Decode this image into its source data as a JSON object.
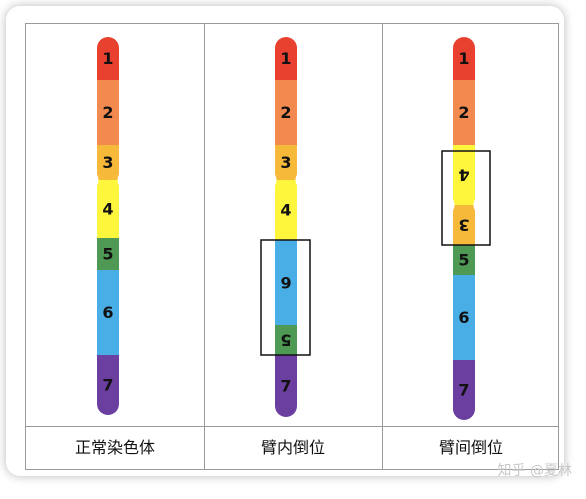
{
  "columns": [
    {
      "caption": "正常染色体",
      "segments": [
        {
          "label": "1",
          "color": "#e8412f",
          "inverted": false
        },
        {
          "label": "2",
          "color": "#f28a50",
          "inverted": false
        },
        {
          "label": "3",
          "color": "#f7b93a",
          "inverted": false
        },
        {
          "label": "4",
          "color": "#fef63c",
          "inverted": false
        },
        {
          "label": "5",
          "color": "#4e9a54",
          "inverted": false
        },
        {
          "label": "6",
          "color": "#4aaee6",
          "inverted": false
        },
        {
          "label": "7",
          "color": "#6a3fa0",
          "inverted": false
        }
      ]
    },
    {
      "caption": "臂内倒位",
      "segments": [
        {
          "label": "1",
          "color": "#e8412f",
          "inverted": false
        },
        {
          "label": "2",
          "color": "#f28a50",
          "inverted": false
        },
        {
          "label": "3",
          "color": "#f7b93a",
          "inverted": false
        },
        {
          "label": "4",
          "color": "#fef63c",
          "inverted": false
        },
        {
          "label": "6",
          "color": "#4aaee6",
          "inverted": true
        },
        {
          "label": "5",
          "color": "#4e9a54",
          "inverted": true
        },
        {
          "label": "7",
          "color": "#6a3fa0",
          "inverted": false
        }
      ]
    },
    {
      "caption": "臂间倒位",
      "segments": [
        {
          "label": "1",
          "color": "#e8412f",
          "inverted": false
        },
        {
          "label": "2",
          "color": "#f28a50",
          "inverted": false
        },
        {
          "label": "4",
          "color": "#fef63c",
          "inverted": true
        },
        {
          "label": "3",
          "color": "#f7b93a",
          "inverted": true
        },
        {
          "label": "5",
          "color": "#4e9a54",
          "inverted": false
        },
        {
          "label": "6",
          "color": "#4aaee6",
          "inverted": false
        },
        {
          "label": "7",
          "color": "#6a3fa0",
          "inverted": false
        }
      ]
    }
  ],
  "watermark": "知乎 @夏林"
}
